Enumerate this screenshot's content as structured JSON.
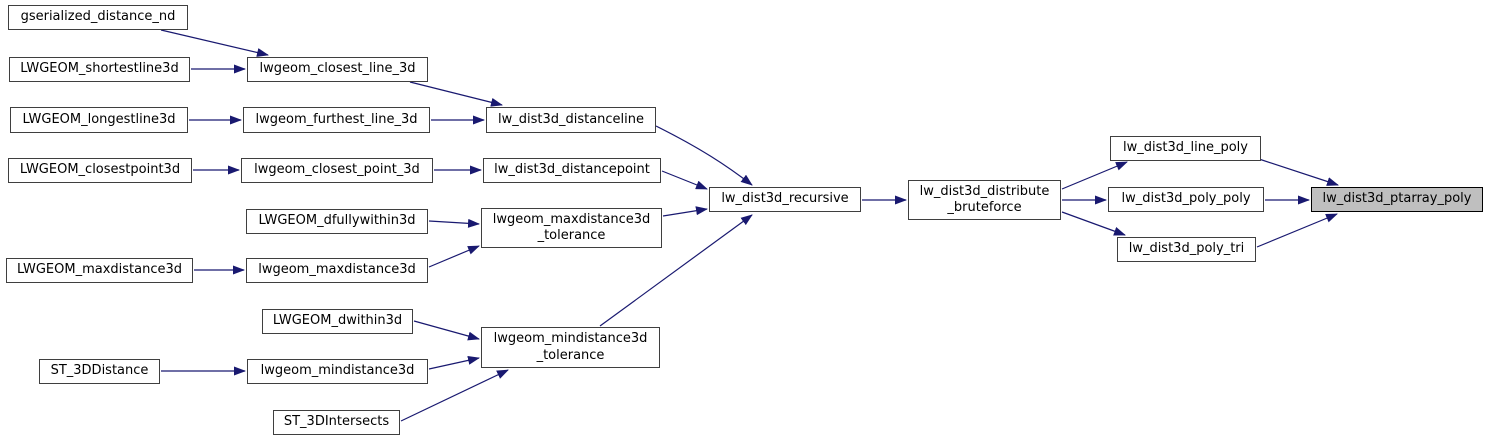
{
  "graph": {
    "type": "call-graph",
    "highlighted_node": "lw_dist3d_ptarray_poly",
    "colors": {
      "edge": "#191970",
      "node_fill": "#ffffff",
      "node_border": "#3f3f3f",
      "highlight_fill": "#bfbfbf",
      "background": "#ffffff"
    },
    "nodes": [
      {
        "label": "gserialized_distance_nd"
      },
      {
        "label": "LWGEOM_shortestline3d"
      },
      {
        "label": "lwgeom_closest_line_3d"
      },
      {
        "label": "LWGEOM_longestline3d"
      },
      {
        "label": "lwgeom_furthest_line_3d"
      },
      {
        "label": "lw_dist3d_distanceline"
      },
      {
        "label": "LWGEOM_closestpoint3d"
      },
      {
        "label": "lwgeom_closest_point_3d"
      },
      {
        "label": "lw_dist3d_distancepoint"
      },
      {
        "label": "LWGEOM_dfullywithin3d"
      },
      {
        "label": "lwgeom_maxdistance3d\n_tolerance"
      },
      {
        "label": "LWGEOM_maxdistance3d"
      },
      {
        "label": "lwgeom_maxdistance3d"
      },
      {
        "label": "LWGEOM_dwithin3d"
      },
      {
        "label": "lwgeom_mindistance3d\n_tolerance"
      },
      {
        "label": "ST_3DDistance"
      },
      {
        "label": "lwgeom_mindistance3d"
      },
      {
        "label": "ST_3DIntersects"
      },
      {
        "label": "lw_dist3d_recursive"
      },
      {
        "label": "lw_dist3d_distribute\n_bruteforce"
      },
      {
        "label": "lw_dist3d_line_poly"
      },
      {
        "label": "lw_dist3d_poly_poly"
      },
      {
        "label": "lw_dist3d_poly_tri"
      },
      {
        "label": "lw_dist3d_ptarray_poly"
      }
    ],
    "edges": [
      {
        "from": "gserialized_distance_nd",
        "to": "lwgeom_closest_line_3d"
      },
      {
        "from": "LWGEOM_shortestline3d",
        "to": "lwgeom_closest_line_3d"
      },
      {
        "from": "lwgeom_closest_line_3d",
        "to": "lw_dist3d_distanceline"
      },
      {
        "from": "LWGEOM_longestline3d",
        "to": "lwgeom_furthest_line_3d"
      },
      {
        "from": "lwgeom_furthest_line_3d",
        "to": "lw_dist3d_distanceline"
      },
      {
        "from": "LWGEOM_closestpoint3d",
        "to": "lwgeom_closest_point_3d"
      },
      {
        "from": "lwgeom_closest_point_3d",
        "to": "lw_dist3d_distancepoint"
      },
      {
        "from": "lw_dist3d_distanceline",
        "to": "lw_dist3d_recursive"
      },
      {
        "from": "lw_dist3d_distancepoint",
        "to": "lw_dist3d_recursive"
      },
      {
        "from": "LWGEOM_dfullywithin3d",
        "to": "lwgeom_maxdistance3d_tolerance"
      },
      {
        "from": "lwgeom_maxdistance3d",
        "to": "lwgeom_maxdistance3d_tolerance"
      },
      {
        "from": "LWGEOM_maxdistance3d",
        "to": "lwgeom_maxdistance3d"
      },
      {
        "from": "lwgeom_maxdistance3d_tolerance",
        "to": "lw_dist3d_recursive"
      },
      {
        "from": "LWGEOM_dwithin3d",
        "to": "lwgeom_mindistance3d_tolerance"
      },
      {
        "from": "ST_3DDistance",
        "to": "lwgeom_mindistance3d"
      },
      {
        "from": "lwgeom_mindistance3d",
        "to": "lwgeom_mindistance3d_tolerance"
      },
      {
        "from": "ST_3DIntersects",
        "to": "lwgeom_mindistance3d_tolerance"
      },
      {
        "from": "lwgeom_mindistance3d_tolerance",
        "to": "lw_dist3d_recursive"
      },
      {
        "from": "lw_dist3d_recursive",
        "to": "lw_dist3d_distribute_bruteforce"
      },
      {
        "from": "lw_dist3d_distribute_bruteforce",
        "to": "lw_dist3d_line_poly"
      },
      {
        "from": "lw_dist3d_distribute_bruteforce",
        "to": "lw_dist3d_poly_poly"
      },
      {
        "from": "lw_dist3d_distribute_bruteforce",
        "to": "lw_dist3d_poly_tri"
      },
      {
        "from": "lw_dist3d_line_poly",
        "to": "lw_dist3d_ptarray_poly"
      },
      {
        "from": "lw_dist3d_poly_poly",
        "to": "lw_dist3d_ptarray_poly"
      },
      {
        "from": "lw_dist3d_poly_tri",
        "to": "lw_dist3d_ptarray_poly"
      }
    ]
  }
}
